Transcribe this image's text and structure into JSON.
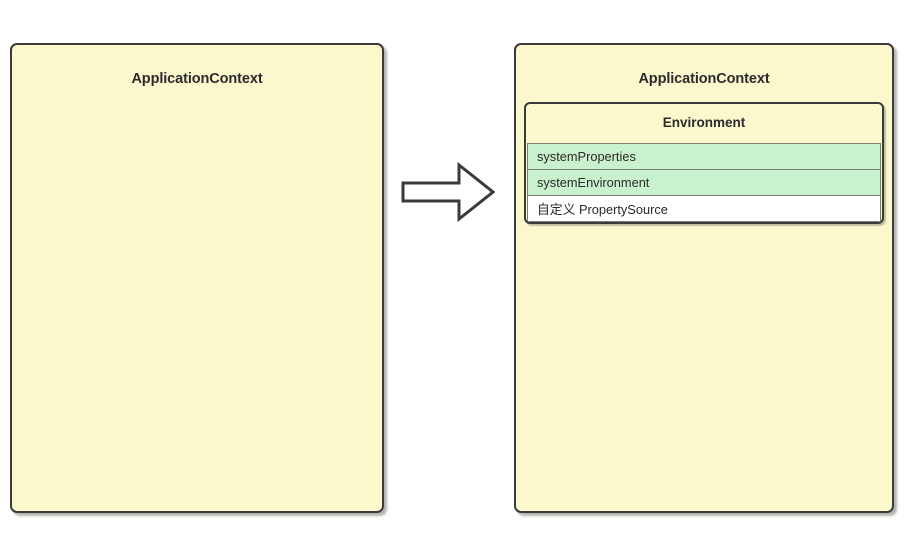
{
  "diagram": {
    "type": "transition-diagram",
    "direction": "left-to-right",
    "arrow_icon": "right-block-arrow-icon",
    "colors": {
      "panel_fill": "#fcf8cd",
      "panel_border": "#3a3a38",
      "highlight_row_fill": "#c9f1cd",
      "plain_row_fill": "#ffffff",
      "row_border": "#7d7d78",
      "text": "#2b2b2b"
    }
  },
  "left_panel": {
    "title": "ApplicationContext"
  },
  "right_panel": {
    "title": "ApplicationContext",
    "environment": {
      "title": "Environment",
      "property_sources": [
        {
          "label": "systemProperties",
          "highlight": true
        },
        {
          "label": "systemEnvironment",
          "highlight": true
        },
        {
          "label": "自定义 PropertySource",
          "highlight": false
        }
      ]
    }
  }
}
